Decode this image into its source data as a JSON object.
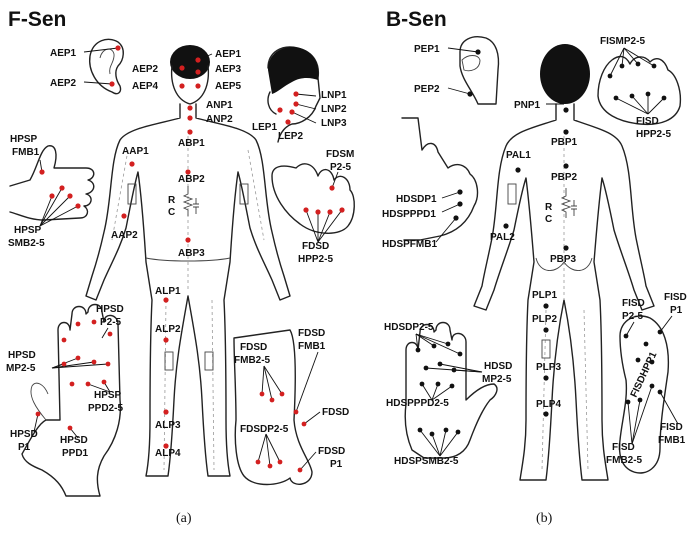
{
  "panels": [
    {
      "title": "F-Sen",
      "caption": "(a)",
      "labels": [
        "AEP1",
        "AEP2",
        "AEP1",
        "AEP2",
        "AEP3",
        "AEP4",
        "AEP5",
        "ANP1",
        "ANP2",
        "ABP1",
        "LNP1",
        "LNP2",
        "LNP3",
        "LEP1",
        "LEP2",
        "AAP1",
        "ABP2",
        "R",
        "C",
        "AAP2",
        "ABP3",
        "HPSP",
        "FMB1",
        "HPSP",
        "SMB2-5",
        "FDSM",
        "P2-5",
        "FDSD",
        "HPP2-5",
        "ALP1",
        "ALP2",
        "ALP3",
        "ALP4",
        "HPSD",
        "P2-5",
        "HPSD",
        "MP2-5",
        "HPSP",
        "PPD2-5",
        "HPSD",
        "P1",
        "HPSD",
        "PPD1",
        "FDSD",
        "FMB2-5",
        "FDSD",
        "FMB1",
        "FDSD",
        "FDSDP2-5",
        "FDSD",
        "P1"
      ]
    },
    {
      "title": "B-Sen",
      "caption": "(b)",
      "labels": [
        "PEP1",
        "PEP2",
        "FISMP2-5",
        "FISD",
        "HPP2-5",
        "PNP1",
        "PBP1",
        "PAL1",
        "HDSDP1",
        "HDSPPPD1",
        "HDSPFMB1",
        "PBP2",
        "R",
        "C",
        "PAL2",
        "PBP3",
        "PLP1",
        "PLP2",
        "PLP3",
        "PLP4",
        "FISD",
        "P2-5",
        "FISD",
        "P1",
        "FISDHPP1",
        "FISD",
        "FMB1",
        "FISD",
        "FMB2-5",
        "HDSDP2-5",
        "HDSD",
        "MP2-5",
        "HDSPPPD2-5",
        "HDSPSMB2-5"
      ]
    }
  ],
  "colors": {
    "marker_front": "#d32020",
    "marker_back": "#111111",
    "outline": "#222222"
  }
}
